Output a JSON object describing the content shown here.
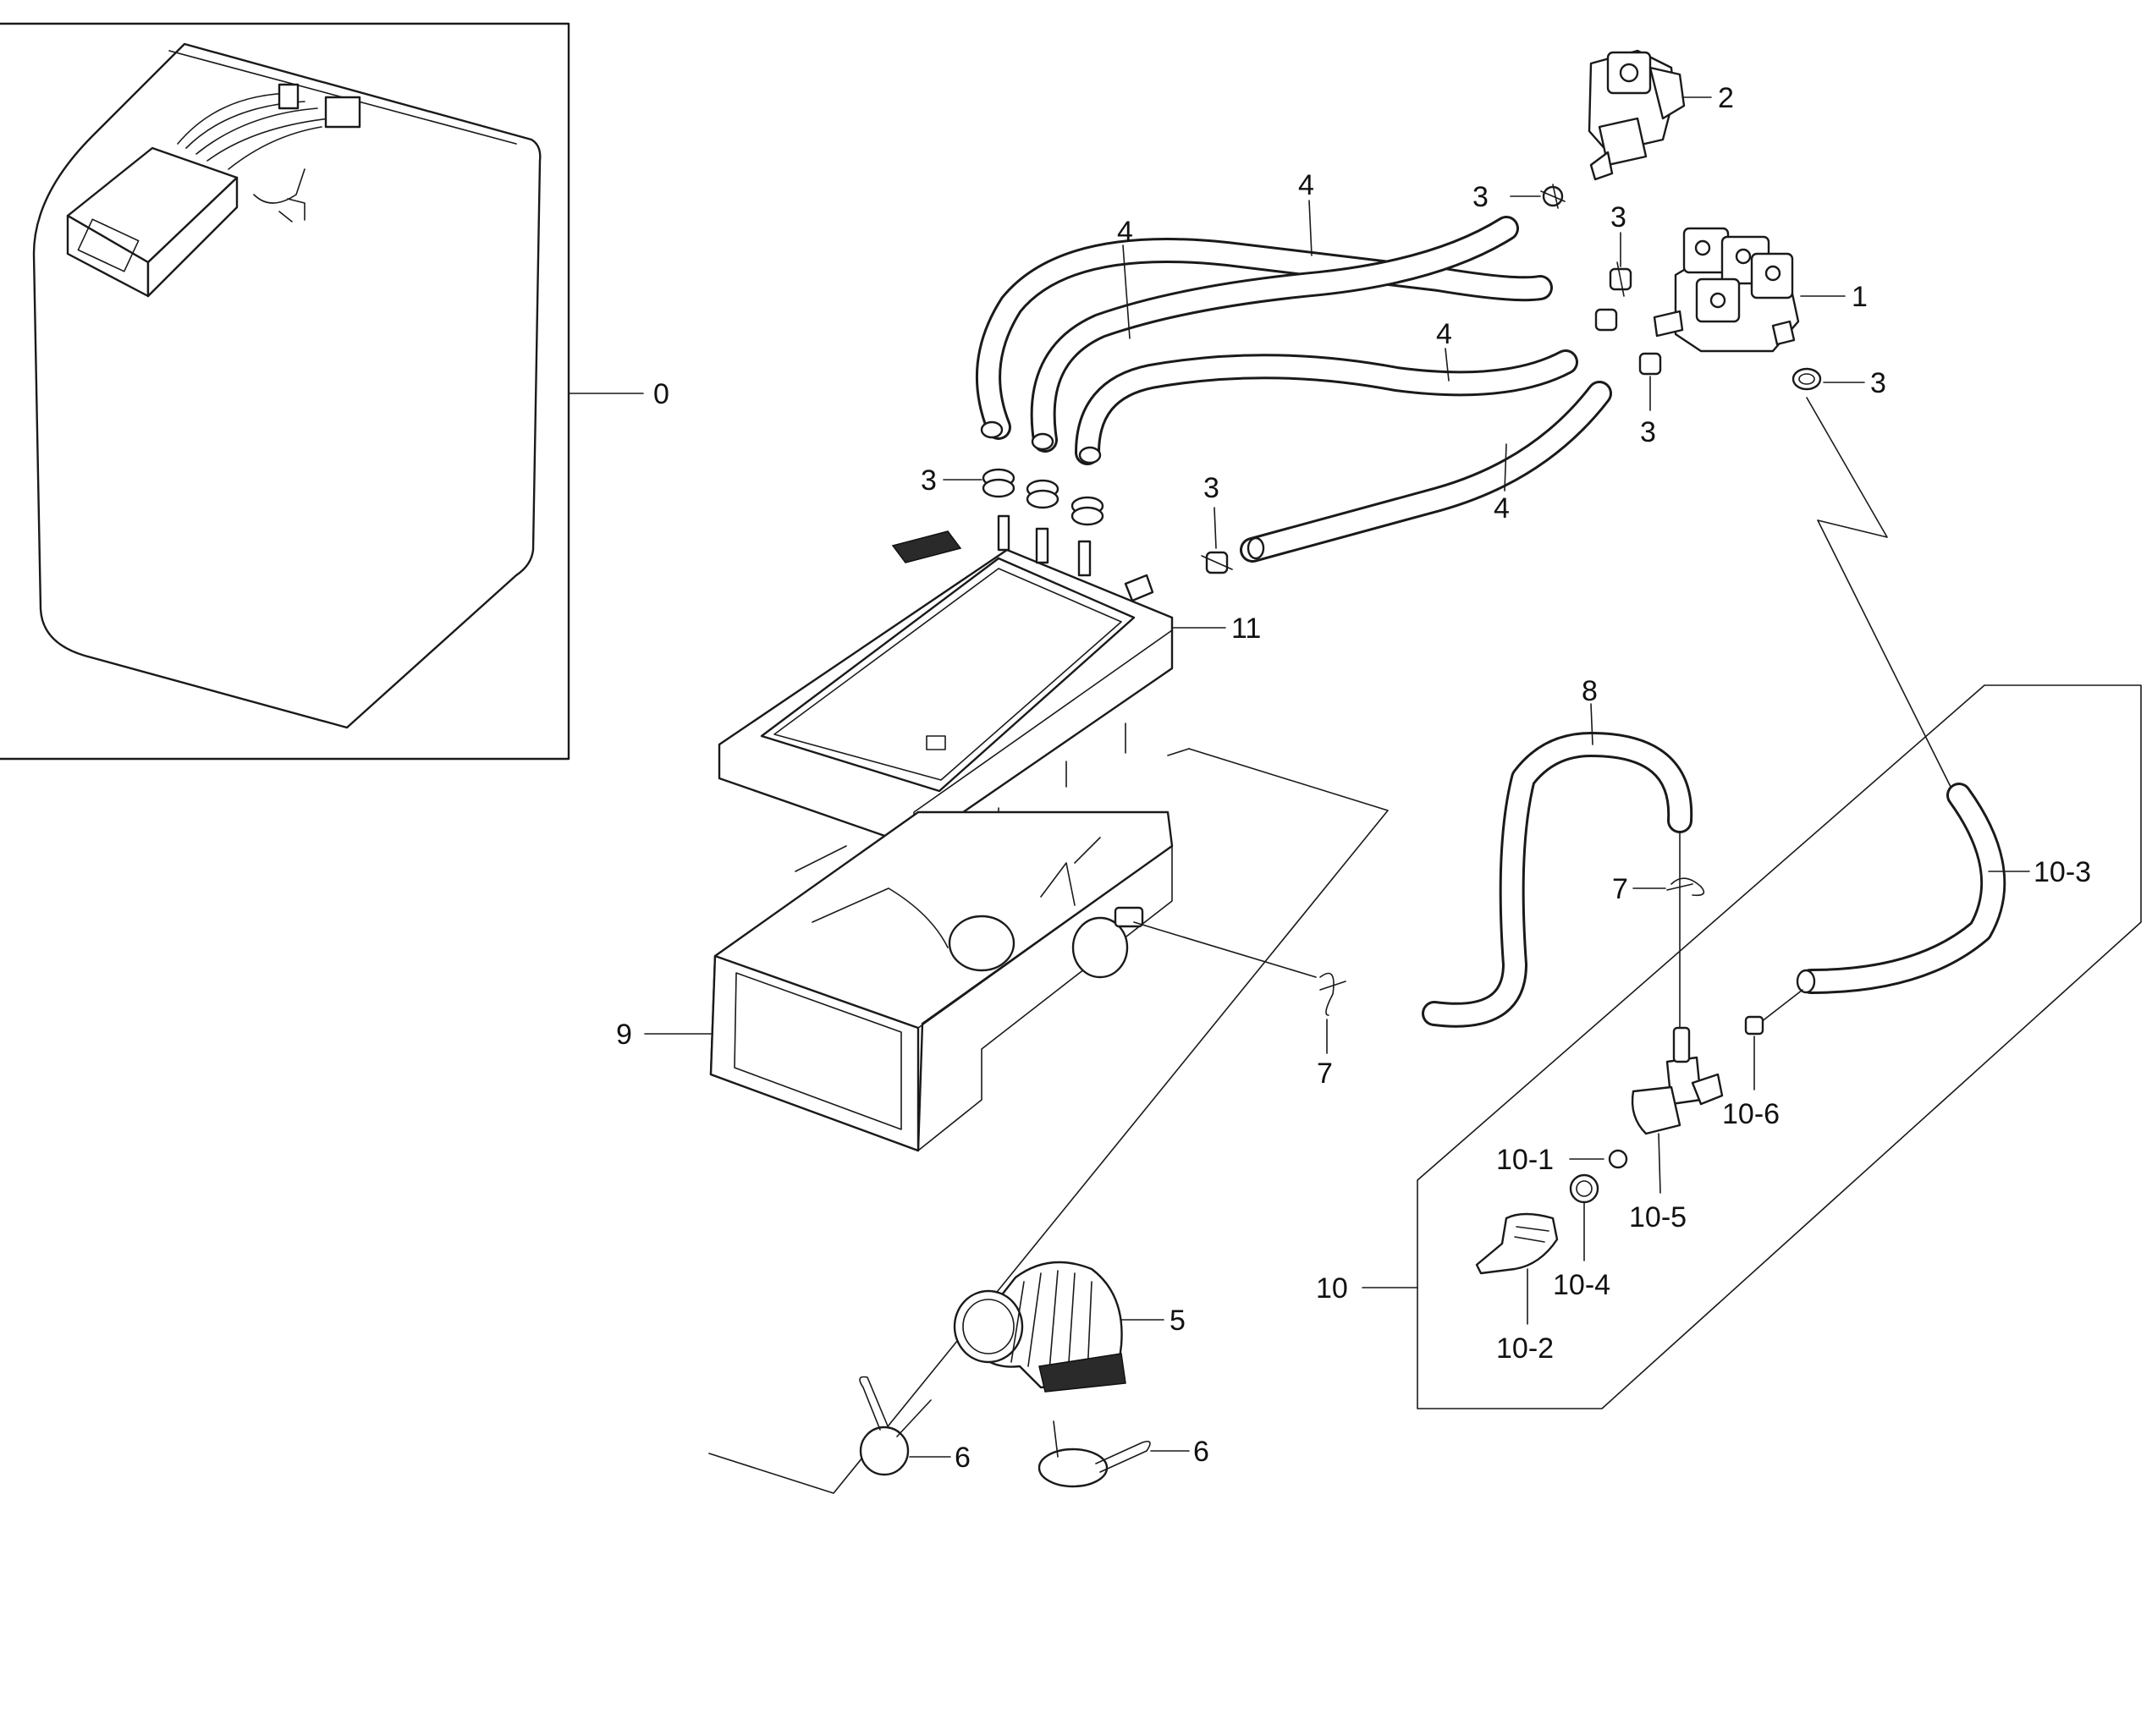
{
  "labels": {
    "l0": "0",
    "l1": "1",
    "l2": "2",
    "l3a": "3",
    "l3b": "3",
    "l3c": "3",
    "l3d": "3",
    "l3e": "3",
    "l3f": "3",
    "l4a": "4",
    "l4b": "4",
    "l4c": "4",
    "l4d": "4",
    "l5": "5",
    "l6a": "6",
    "l6b": "6",
    "l7a": "7",
    "l7b": "7",
    "l8": "8",
    "l9": "9",
    "l10": "10",
    "l10_1": "10-1",
    "l10_2": "10-2",
    "l10_3": "10-3",
    "l10_4": "10-4",
    "l10_5": "10-5",
    "l10_6": "10-6",
    "l11": "11"
  }
}
